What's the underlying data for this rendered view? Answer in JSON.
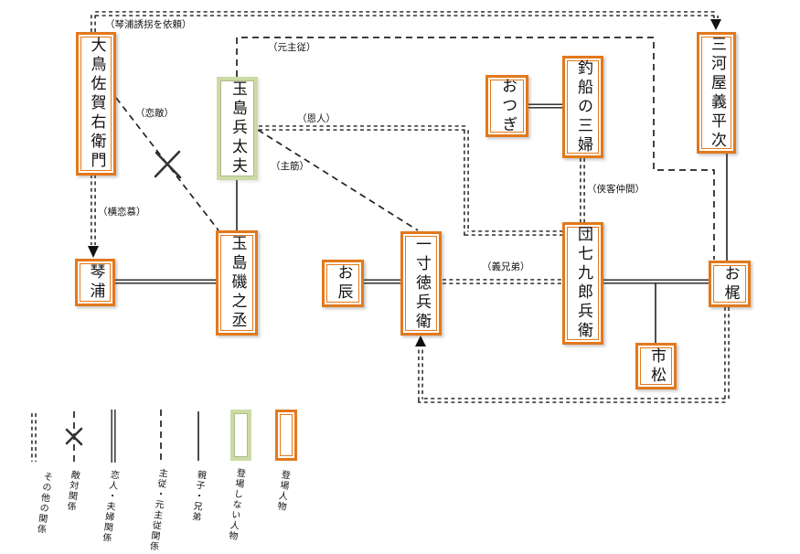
{
  "colors": {
    "appearing": "#e2791c",
    "non_appearing": "#ccdaa4",
    "line": "#1c1c1c"
  },
  "characters": [
    {
      "name": "大鳥佐賀右衛門",
      "type": "appearing"
    },
    {
      "name": "玉島兵太夫",
      "type": "non-appearing"
    },
    {
      "name": "琴浦",
      "type": "appearing"
    },
    {
      "name": "玉島磯之丞",
      "type": "appearing"
    },
    {
      "name": "お辰",
      "type": "appearing"
    },
    {
      "name": "一寸徳兵衛",
      "type": "appearing"
    },
    {
      "name": "おつぎ",
      "type": "appearing"
    },
    {
      "name": "釣船の三婦",
      "type": "appearing"
    },
    {
      "name": "三河屋義平次",
      "type": "appearing"
    },
    {
      "name": "団七九郎兵衛",
      "type": "appearing"
    },
    {
      "name": "お梶",
      "type": "appearing"
    },
    {
      "name": "市松",
      "type": "appearing"
    }
  ],
  "edges": [
    {
      "from": "大鳥佐賀右衛門",
      "to": "三河屋義平次",
      "type": "その他の関係",
      "label": "（琴浦誘拐を依頼）",
      "arrow": "to"
    },
    {
      "from": "大鳥佐賀右衛門",
      "to": "琴浦",
      "type": "その他の関係",
      "label": "（横恋慕）",
      "arrow": "to"
    },
    {
      "from": "大鳥佐賀右衛門",
      "to": "玉島磯之丞",
      "type": "敵対関係",
      "label": "（恋敵）"
    },
    {
      "from": "玉島兵太夫",
      "to": "お梶",
      "type": "主従・元主従関係",
      "label": "（元主従）"
    },
    {
      "from": "玉島兵太夫",
      "to": "団七九郎兵衛",
      "type": "その他の関係",
      "label": "（恩人）"
    },
    {
      "from": "玉島兵太夫",
      "to": "一寸徳兵衛",
      "type": "主従・元主従関係",
      "label": "（主筋）"
    },
    {
      "from": "玉島兵太夫",
      "to": "玉島磯之丞",
      "type": "親子・兄弟",
      "label": ""
    },
    {
      "from": "琴浦",
      "to": "玉島磯之丞",
      "type": "恋人・夫婦関係",
      "label": ""
    },
    {
      "from": "お辰",
      "to": "一寸徳兵衛",
      "type": "恋人・夫婦関係",
      "label": ""
    },
    {
      "from": "おつぎ",
      "to": "釣船の三婦",
      "type": "恋人・夫婦関係",
      "label": ""
    },
    {
      "from": "釣船の三婦",
      "to": "団七九郎兵衛",
      "type": "その他の関係",
      "label": "（侠客仲間）"
    },
    {
      "from": "一寸徳兵衛",
      "to": "団七九郎兵衛",
      "type": "その他の関係",
      "label": "（義兄弟）"
    },
    {
      "from": "団七九郎兵衛",
      "to": "お梶",
      "type": "恋人・夫婦関係",
      "label": ""
    },
    {
      "from": "三河屋義平次",
      "to": "お梶",
      "type": "親子・兄弟",
      "label": ""
    },
    {
      "from": "団七九郎兵衛・お梶",
      "to": "市松",
      "type": "親子・兄弟",
      "label": ""
    },
    {
      "from": "お梶",
      "to": "一寸徳兵衛",
      "type": "その他の関係",
      "label": "",
      "arrow": "to"
    }
  ],
  "legend": {
    "items": [
      {
        "symbol": "double-dashed-line",
        "label": "その他の関係"
      },
      {
        "symbol": "dashed-line-with-x",
        "label": "敵対関係"
      },
      {
        "symbol": "double-solid-line",
        "label": "恋人・夫婦関係"
      },
      {
        "symbol": "dashed-line",
        "label": "主従・元主従関係"
      },
      {
        "symbol": "solid-line",
        "label": "親子・兄弟"
      },
      {
        "symbol": "green-box",
        "label": "登場しない人物"
      },
      {
        "symbol": "orange-box",
        "label": "登場人物"
      }
    ]
  }
}
